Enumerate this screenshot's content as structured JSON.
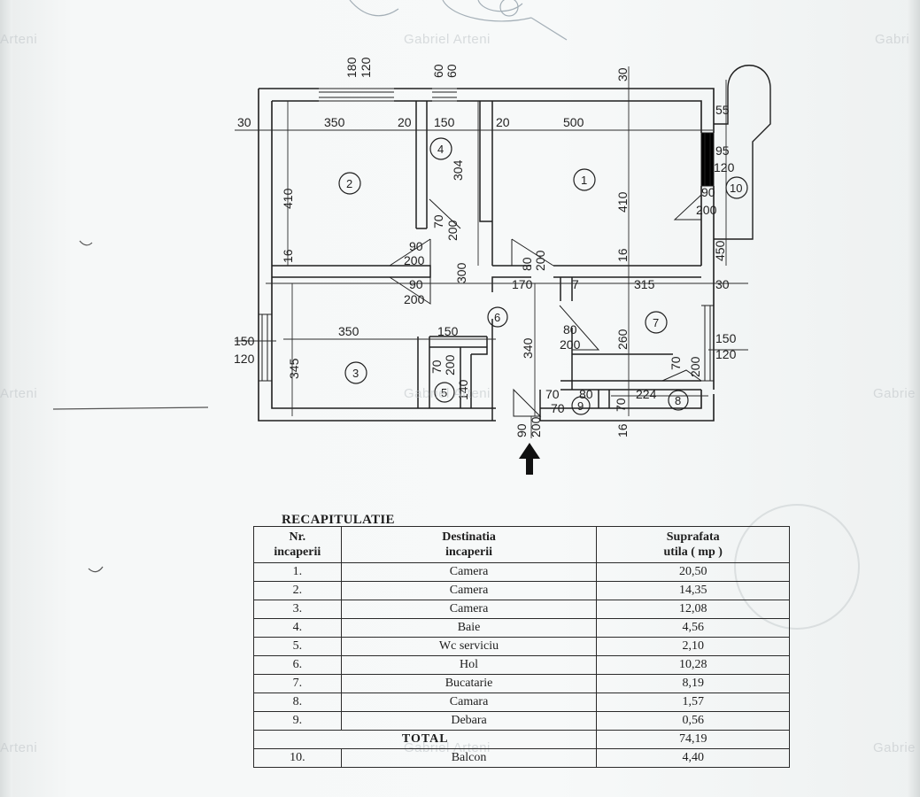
{
  "watermarks": [
    "Gabriel Arteni",
    "Arteni",
    "Gabri",
    "Arteni",
    "Gabriel Arteni",
    "Gabrie",
    "Arteni",
    "Gabriel Arteni",
    "Gabrie"
  ],
  "plan": {
    "room_numbers": [
      "1",
      "2",
      "3",
      "4",
      "5",
      "6",
      "7",
      "8",
      "9",
      "10"
    ],
    "dims": {
      "w180": "180",
      "w120a": "120",
      "w60a": "60",
      "w60b": "60",
      "w30top": "30",
      "d30left": "30",
      "d350a": "350",
      "d20a": "20",
      "d150a": "150",
      "d20b": "20",
      "d500": "500",
      "d55": "55",
      "d95": "95",
      "d120r": "120",
      "d90r": "90",
      "d200r": "200",
      "d450": "450",
      "d410a": "410",
      "d16a": "16",
      "d304": "304",
      "d70a": "70",
      "d200a": "200",
      "d410b": "410",
      "d16b": "16",
      "d90a": "90",
      "d200b": "200",
      "d90b": "90",
      "d200c": "200",
      "d300": "300",
      "d80a": "80",
      "d200d": "200",
      "d170": "170",
      "d7": "7",
      "d315": "315",
      "d30r": "30",
      "d350b": "350",
      "d150b": "150",
      "d150l": "150",
      "d120l": "120",
      "d345": "345",
      "d70b": "70",
      "d200e": "200",
      "d140": "140",
      "d340": "340",
      "d80b": "80",
      "d200f": "200",
      "d260": "260",
      "d150r2": "150",
      "d120r2": "120",
      "d70c": "70",
      "d200g": "200",
      "d70d": "70",
      "d80c": "80",
      "d70e": "70",
      "d70f": "70",
      "d224": "224",
      "d90c": "90",
      "d200h": "200",
      "d16c": "16"
    }
  },
  "recap": {
    "title": "RECAPITULATIE",
    "headers": {
      "nr_1": "Nr.",
      "nr_2": "incaperii",
      "dest_1": "Destinatia",
      "dest_2": "incaperii",
      "sup_1": "Suprafata",
      "sup_2": "utila  ( mp )"
    },
    "rows": [
      {
        "nr": "1.",
        "dest": "Camera",
        "area": "20,50"
      },
      {
        "nr": "2.",
        "dest": "Camera",
        "area": "14,35"
      },
      {
        "nr": "3.",
        "dest": "Camera",
        "area": "12,08"
      },
      {
        "nr": "4.",
        "dest": "Baie",
        "area": "4,56"
      },
      {
        "nr": "5.",
        "dest": "Wc serviciu",
        "area": "2,10"
      },
      {
        "nr": "6.",
        "dest": "Hol",
        "area": "10,28"
      },
      {
        "nr": "7.",
        "dest": "Bucatarie",
        "area": "8,19"
      },
      {
        "nr": "8.",
        "dest": "Camara",
        "area": "1,57"
      },
      {
        "nr": "9.",
        "dest": "Debara",
        "area": "0,56"
      }
    ],
    "total_label": "TOTAL",
    "total_value": "74,19",
    "balcony": {
      "nr": "10.",
      "dest": "Balcon",
      "area": "4,40"
    }
  }
}
